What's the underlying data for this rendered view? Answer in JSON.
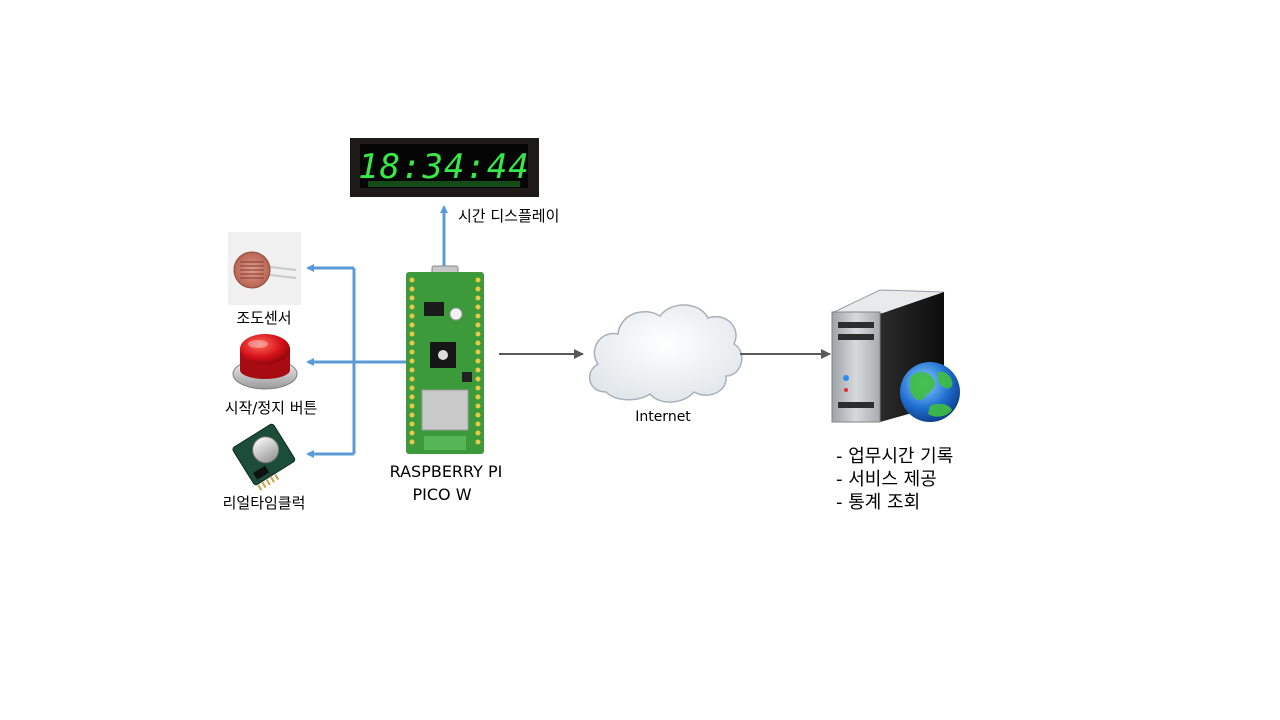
{
  "display": {
    "digits": "18:34:44",
    "caption": "시간 디스플레이"
  },
  "sensors": {
    "light_sensor": "조도센서",
    "start_stop_button": "시작/정지 버튼",
    "rtc": "리얼타임클럭"
  },
  "board": {
    "line1": "RASPBERRY PI",
    "line2": "PICO W"
  },
  "network": {
    "label": "Internet"
  },
  "server": {
    "features": [
      "- 업무시간 기록",
      "- 서비스 제공",
      "- 통계 조회"
    ]
  },
  "colors": {
    "connector_blue": "#5b9bd5",
    "arrow_gray": "#595959",
    "display_green": "#38e848",
    "board_green": "#3c9a3a"
  }
}
